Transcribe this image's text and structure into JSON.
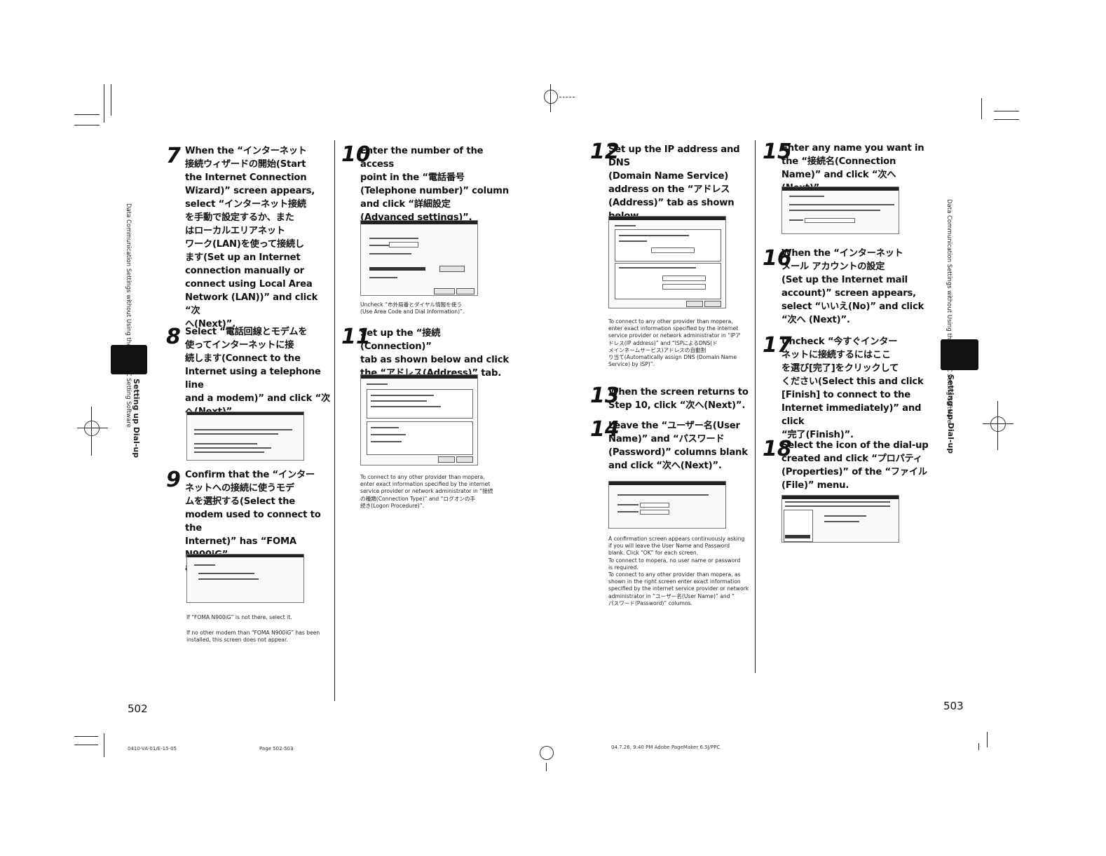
{
  "left_page": {
    "page_number": "502",
    "side_label_small": "Data Communication Settings\nwithout Using the FOMA PC Setting Software",
    "side_label_big": "Setting up Dial-up"
  },
  "right_page": {
    "page_number": "503",
    "side_label_small": "Data Communication Settings\nwithout Using the FOMA PC Setting Software",
    "side_label_big": "Setting up Dial-up"
  },
  "steps": {
    "s7": {
      "num": "7",
      "text": "When the “インターネット\n接続ウィザードの開始(Start\nthe Internet Connection\nWizard)” screen appears,\nselect “インターネット接続\nを手動で設定するか、また\nはローカルエリアネット\nワーク(LAN)を使って接続し\nます(Set up an Internet\nconnection manually or\nconnect using Local Area\nNetwork (LAN))” and click “次\nへ(Next)”."
    },
    "s8": {
      "num": "8",
      "text": "Select “電話回線とモデムを\n使ってインターネットに接\n続します(Connect to the\nInternet using a telephone line\nand a modem)” and click “次\nへ(Next)”."
    },
    "s9": {
      "num": "9",
      "text": "Confirm that the “インター\nネットへの接続に使うモデ\nムを選択する(Select the\nmodem used to connect to the\nInternet)” has “FOMA N900iG”\nand click “次へ(Next)”."
    },
    "s9_note1": "If “FOMA N900iG” is not there, select it.",
    "s9_note2": "If no other modem than “FOMA N900iG” has been\ninstalled, this screen does not appear.",
    "s10": {
      "num": "10",
      "text": "Enter the number of the access\npoint in the “電話番号\n(Telephone number)” column\nand click “詳細設定\n(Advanced settings)”."
    },
    "s10_note": "Uncheck “市外局番とダイヤル情報を使う\n(Use Area Code and Dial Information)”.",
    "s11": {
      "num": "11",
      "text": "Set up the “接続(Connection)”\ntab as shown below and click\nthe “アドレス(Address)” tab."
    },
    "s11_note": "To connect to any other provider than mopera,\nenter exact information specified by the internet\nservice provider or network administrator in “接続\nの種類(Connection Type)” and “ログオンの手\n続き(Logon Procedure)”.",
    "s12": {
      "num": "12",
      "text": "Set up the IP address and DNS\n(Domain Name Service)\naddress on the “アドレス\n(Address)” tab as shown below\nand click “OK”."
    },
    "s12_note": "To connect to any other provider than mopera,\nenter exact information specified by the internet\nservice provider or network administrator in “IPア\nドレス(IP address)” and “ISPによるDNS(ド\nメインネームサービス)アドレスの自動割\nり当て(Automatically assign DNS (Domain Name\nService) by ISP)”.",
    "s13": {
      "num": "13",
      "text": "When the screen returns to\nStep 10, click “次へ(Next)”."
    },
    "s14": {
      "num": "14",
      "text": "Leave the “ユーザー名(User\nName)” and “パスワード\n(Password)” columns blank\nand click “次へ(Next)”."
    },
    "s14_note": "A confirmation screen appears continuously asking\nif you will leave the User Name and Password\nblank. Click “OK” for each screen.\nTo connect to mopera, no user name or password\nis required.\nTo connect to any other provider than mopera, as\nshown in the right screen enter exact information\nspecified by the internet service provider or network\nadministrator in “ユーザー名(User Name)” and “\nパスワード(Password)” columns.",
    "s15": {
      "num": "15",
      "text": "Enter any name you want in\nthe “接続名(Connection\nName)” and click “次へ(Next)”."
    },
    "s16": {
      "num": "16",
      "text": "When the “インターネット\nメール アカウントの設定\n(Set up the Internet mail\naccount)” screen appears,\nselect “いいえ(No)” and click\n“次へ (Next)”."
    },
    "s17": {
      "num": "17",
      "text": "Uncheck “今すぐインター\nネットに接続するにはここ\nを選び[完了]をクリックして\nください(Select this and click\n[Finish] to connect to the\nInternet immediately)” and click\n“完了(Finish)”."
    },
    "s18": {
      "num": "18",
      "text": "Select the icon of the dial-up\ncreated and click “プロパティ\n(Properties)” of the “ファイル\n(File)” menu."
    }
  },
  "footer": {
    "file": "0410-VA-01/E-15-05",
    "pages": "Page 502-503",
    "stamp": "04.7.26, 9:40 PM    Adobe PageMaker 6.5J/PPC"
  }
}
